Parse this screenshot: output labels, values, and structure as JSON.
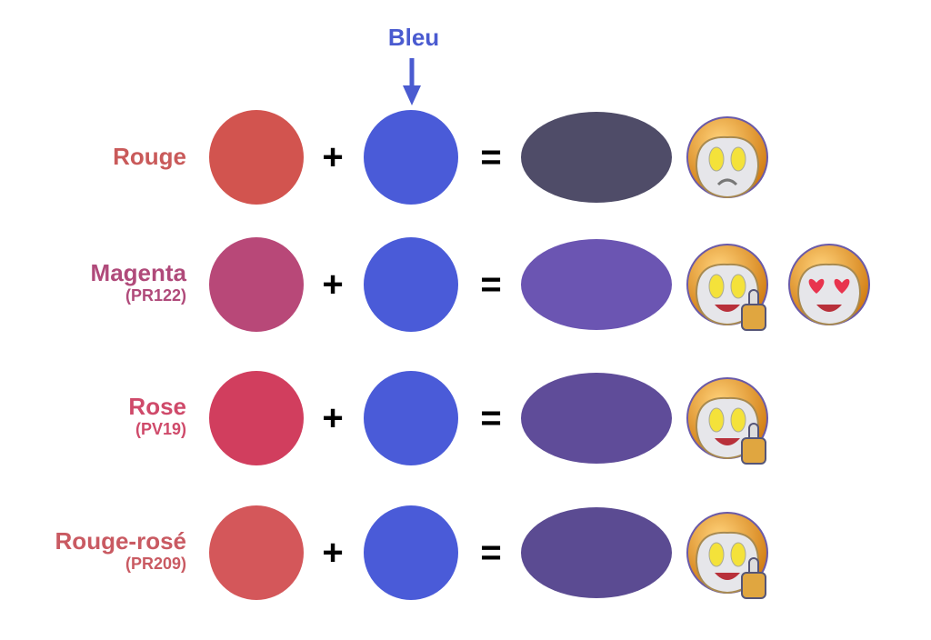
{
  "header": {
    "label": "Bleu",
    "color": "#4a5bd0"
  },
  "operators": {
    "plus": "+",
    "equals": "="
  },
  "blue_color": "#4a5bd8",
  "rows": [
    {
      "name": "Rouge",
      "pigment": "",
      "text_color": "#c95a5a",
      "color": "#d2544f",
      "result_color": "#4f4c68",
      "reactions": [
        "sad-face-icon"
      ]
    },
    {
      "name": "Magenta",
      "pigment": "(PR122)",
      "text_color": "#b04a7a",
      "color": "#b84878",
      "result_color": "#6b55b2",
      "reactions": [
        "happy-thumbs-up-icon",
        "heart-eyes-icon"
      ]
    },
    {
      "name": "Rose",
      "pigment": "(PV19)",
      "text_color": "#cf4a6a",
      "color": "#d13e5e",
      "result_color": "#5f4c99",
      "reactions": [
        "happy-thumbs-up-icon"
      ]
    },
    {
      "name": "Rouge-rosé",
      "pigment": "(PR209)",
      "text_color": "#c95a62",
      "color": "#d4575a",
      "result_color": "#5b4b92",
      "reactions": [
        "happy-thumbs-up-icon"
      ]
    }
  ]
}
